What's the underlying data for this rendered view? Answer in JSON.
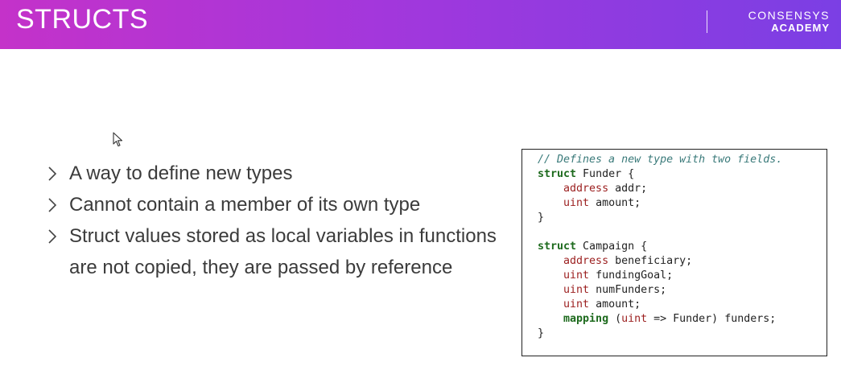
{
  "header": {
    "title": "STRUCTS",
    "brand_top": "CONSENSYS",
    "brand_bottom": "ACADEMY",
    "gradient_colors": [
      "#c432c9",
      "#a337dc",
      "#7b3fe4"
    ]
  },
  "bullets": [
    {
      "text": "A way to define new types"
    },
    {
      "text": "Cannot contain a member of its own type"
    },
    {
      "text": "Struct values stored as local variables in functions are not copied, they are passed by reference"
    }
  ],
  "icons": {
    "bullet": "chevron-right-icon",
    "cursor": "mouse-pointer-icon"
  },
  "code": {
    "lines": [
      {
        "indent": "",
        "tokens": [
          {
            "cls": "c-comment",
            "text": "// Defines a new type with two fields."
          }
        ]
      },
      {
        "indent": "",
        "tokens": [
          {
            "cls": "c-kw",
            "text": "struct"
          },
          {
            "cls": "c-plain",
            "text": " Funder {"
          }
        ]
      },
      {
        "indent": "    ",
        "tokens": [
          {
            "cls": "c-type",
            "text": "address"
          },
          {
            "cls": "c-plain",
            "text": " addr;"
          }
        ]
      },
      {
        "indent": "    ",
        "tokens": [
          {
            "cls": "c-type",
            "text": "uint"
          },
          {
            "cls": "c-plain",
            "text": " amount;"
          }
        ]
      },
      {
        "indent": "",
        "tokens": [
          {
            "cls": "c-plain",
            "text": "}"
          }
        ]
      },
      {
        "indent": "",
        "tokens": [
          {
            "cls": "c-plain",
            "text": ""
          }
        ]
      },
      {
        "indent": "",
        "tokens": [
          {
            "cls": "c-kw",
            "text": "struct"
          },
          {
            "cls": "c-plain",
            "text": " Campaign {"
          }
        ]
      },
      {
        "indent": "    ",
        "tokens": [
          {
            "cls": "c-type",
            "text": "address"
          },
          {
            "cls": "c-plain",
            "text": " beneficiary;"
          }
        ]
      },
      {
        "indent": "    ",
        "tokens": [
          {
            "cls": "c-type",
            "text": "uint"
          },
          {
            "cls": "c-plain",
            "text": " fundingGoal;"
          }
        ]
      },
      {
        "indent": "    ",
        "tokens": [
          {
            "cls": "c-type",
            "text": "uint"
          },
          {
            "cls": "c-plain",
            "text": " numFunders;"
          }
        ]
      },
      {
        "indent": "    ",
        "tokens": [
          {
            "cls": "c-type",
            "text": "uint"
          },
          {
            "cls": "c-plain",
            "text": " amount;"
          }
        ]
      },
      {
        "indent": "    ",
        "tokens": [
          {
            "cls": "c-kw",
            "text": "mapping"
          },
          {
            "cls": "c-plain",
            "text": " ("
          },
          {
            "cls": "c-type",
            "text": "uint"
          },
          {
            "cls": "c-plain",
            "text": " => Funder) funders;"
          }
        ]
      },
      {
        "indent": "",
        "tokens": [
          {
            "cls": "c-plain",
            "text": "}"
          }
        ]
      }
    ]
  }
}
